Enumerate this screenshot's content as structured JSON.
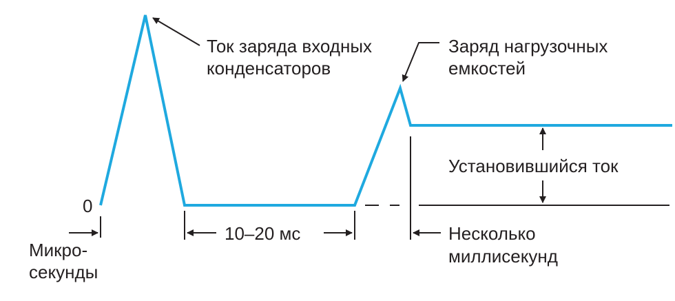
{
  "colors": {
    "waveform": "#1fa9df",
    "annotation": "#231f20",
    "background": "#ffffff"
  },
  "labels": {
    "input_cap_charge": [
      "Ток заряда входных",
      "конденсаторов"
    ],
    "load_cap_charge": [
      "Заряд нагрузочных",
      "емкостей"
    ],
    "steady_current": "Установившийся ток",
    "zero": "0",
    "interval_10_20": "10–20 мс",
    "microseconds": [
      "Микро-",
      "секунды"
    ],
    "few_milliseconds": [
      "Несколько",
      "миллисекунд"
    ]
  }
}
